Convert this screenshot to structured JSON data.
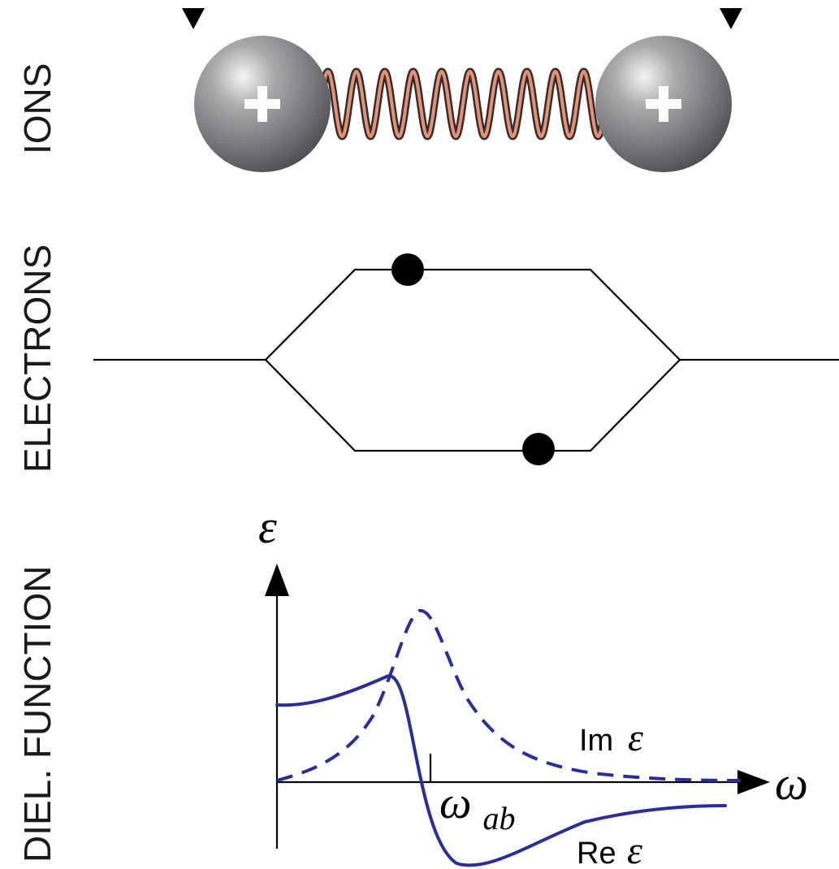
{
  "row_labels": {
    "ions": "IONS",
    "electrons": "ELECTRONS",
    "dielectric": "DIEL. FUNCTION"
  },
  "ions": {
    "charge_symbol": "+",
    "ion_color": "#7a7b7d",
    "spring_color": "#e0917a"
  },
  "dielectric": {
    "y_axis_label": "ε",
    "x_axis_label": "ω",
    "resonance_label_main": "ω",
    "resonance_label_sub": "ab",
    "im_label_prefix": "Im",
    "im_label_symbol": "ε",
    "re_label_prefix": "Re",
    "re_label_symbol": "ε",
    "curve_color": "#2b2e9a"
  }
}
